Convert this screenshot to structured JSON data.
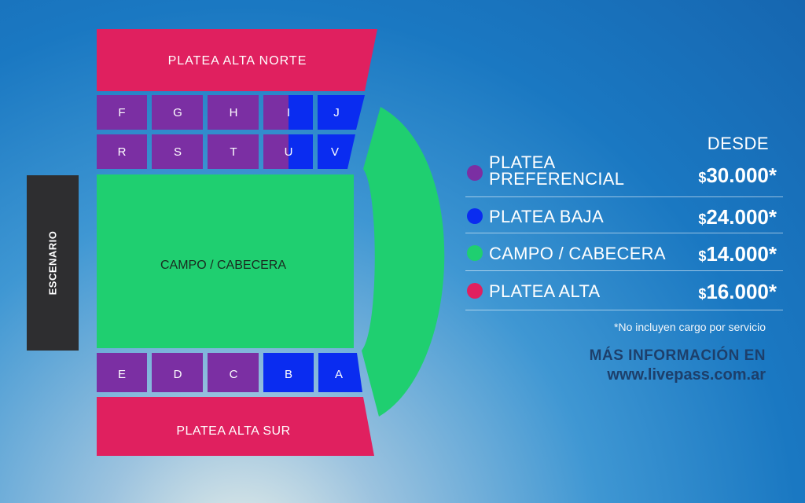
{
  "stage": {
    "label": "ESCENARIO"
  },
  "map": {
    "north_label": "PLATEA ALTA NORTE",
    "south_label": "PLATEA ALTA SUR",
    "campo_label": "CAMPO / CABECERA",
    "top_row_1": [
      "F",
      "G",
      "H",
      "I",
      "J"
    ],
    "top_row_2": [
      "R",
      "S",
      "T",
      "U",
      "V"
    ],
    "bottom_row": [
      "E",
      "D",
      "C",
      "B",
      "A"
    ]
  },
  "colors": {
    "preferencial": "#7b2fa3",
    "baja": "#0a2cf0",
    "campo": "#1fcf70",
    "alta": "#e0205f",
    "stage": "#2e2e30"
  },
  "legend": {
    "header": "DESDE",
    "items": [
      {
        "name": "PLATEA PREFERENCIAL",
        "currency": "$",
        "amount": "30.000*"
      },
      {
        "name": "PLATEA BAJA",
        "currency": "$",
        "amount": "24.000*"
      },
      {
        "name": "CAMPO / CABECERA",
        "currency": "$",
        "amount": "14.000*"
      },
      {
        "name": "PLATEA ALTA",
        "currency": "$",
        "amount": "16.000*"
      }
    ],
    "note": "*No incluyen cargo por servicio",
    "info_line": "MÁS INFORMACIÓN EN",
    "info_url": "www.livepass.com.ar"
  }
}
